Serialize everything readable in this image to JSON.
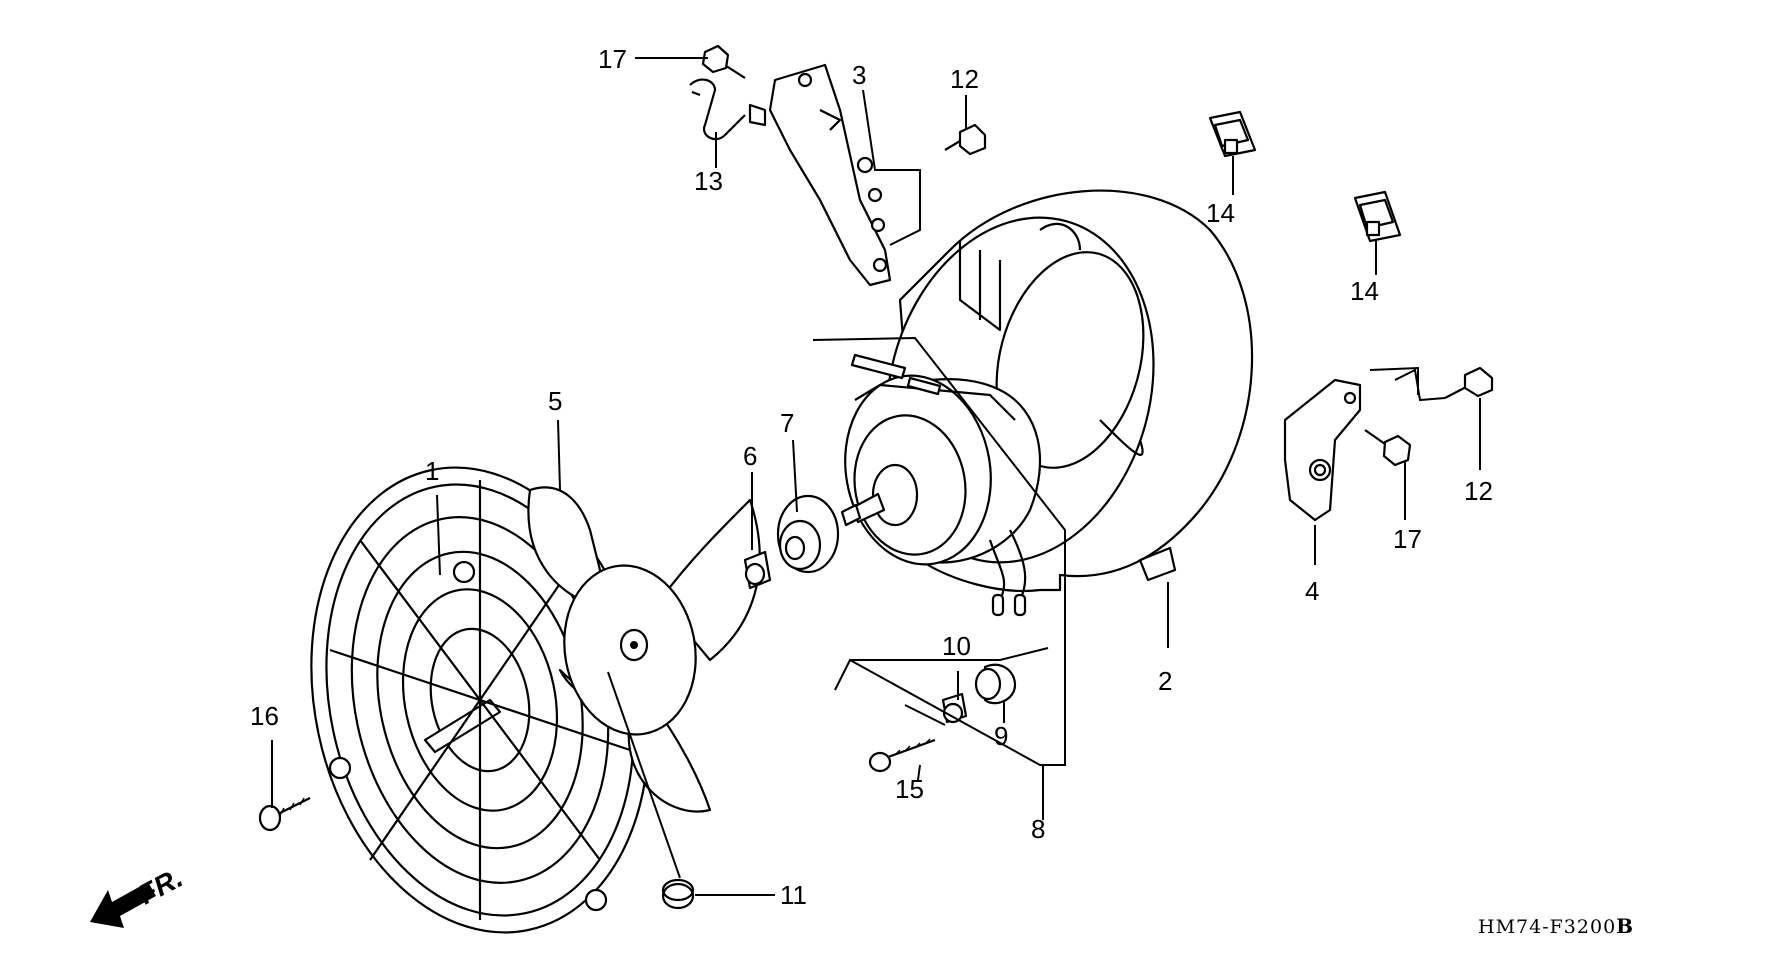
{
  "diagram": {
    "callouts": [
      "1",
      "2",
      "3",
      "4",
      "5",
      "6",
      "7",
      "8",
      "9",
      "10",
      "11",
      "12",
      "12",
      "13",
      "14",
      "14",
      "15",
      "16",
      "17",
      "17"
    ],
    "direction_label": "FR.",
    "diagram_code_prefix": "HM74-F3200",
    "diagram_code_suffix": "B"
  }
}
